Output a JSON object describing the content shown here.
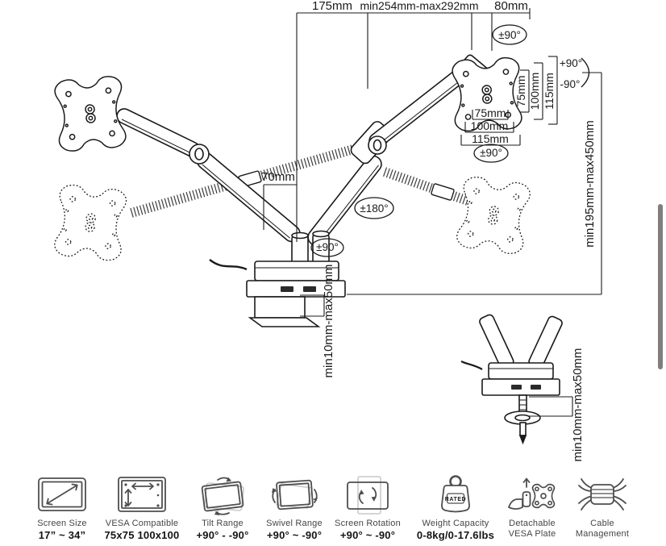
{
  "diagram": {
    "dim_top_left": "175mm",
    "dim_top_mid": "min254mm-max292mm",
    "dim_top_right": "80mm",
    "angle_plate_top": "±90°",
    "angle_swivel_plus": "+90°",
    "angle_swivel_minus": "-90°",
    "vesa_side": [
      "75mm",
      "100mm",
      "115mm"
    ],
    "vesa_bottom": [
      "75mm",
      "100mm",
      "115mm"
    ],
    "angle_plate_bottom": "±90°",
    "angle_arm": "±180°",
    "angle_base": "±90°",
    "dim_arm_offset": "70mm",
    "dim_height_range": "min195mm-max450mm",
    "dim_clamp_range": "min10mm-max50mm",
    "dim_grommet_range": "min10mm-max50mm"
  },
  "specs": [
    {
      "label": "Screen Size",
      "value": "17” ~ 34”"
    },
    {
      "label": "VESA Compatible",
      "value": "75x75 100x100"
    },
    {
      "label": "Tilt Range",
      "value": "+90° - -90°"
    },
    {
      "label": "Swivel Range",
      "value": "+90° ~ -90°"
    },
    {
      "label": "Screen Rotation",
      "value": "+90° ~ -90°"
    },
    {
      "label": "Weight Capacity",
      "value": "0-8kg/0-17.6lbs",
      "badge": "RATED"
    },
    {
      "label": "Detachable",
      "value": "VESA Plate"
    },
    {
      "label": "Cable",
      "value": "Management"
    }
  ]
}
